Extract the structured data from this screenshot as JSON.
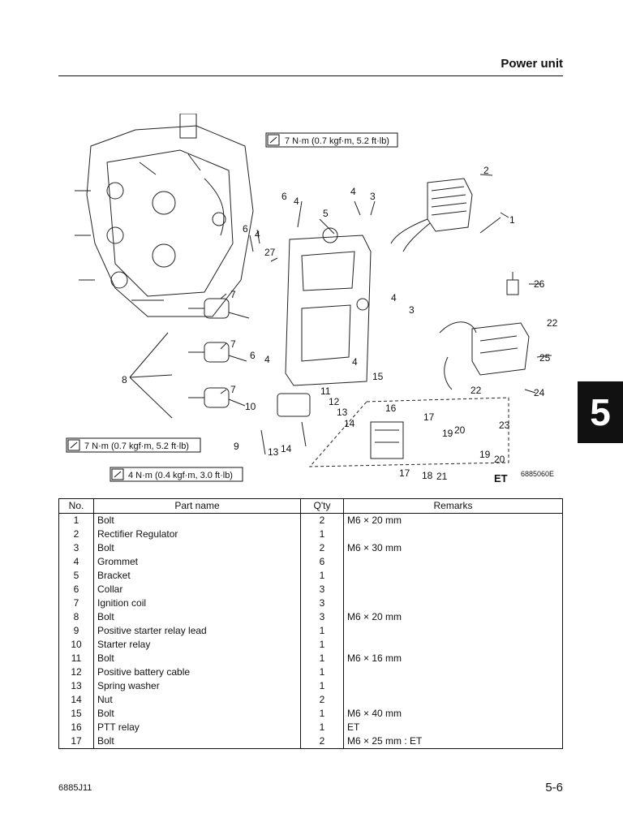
{
  "header": {
    "title": "Power unit"
  },
  "chapter_tab": "5",
  "diagram": {
    "torque_callouts": [
      "7 N·m (0.7 kgf·m, 5.2 ft·lb)",
      "7 N·m (0.7 kgf·m, 5.2 ft·lb)",
      "4 N·m (0.4 kgf·m, 3.0 ft·lb)"
    ],
    "part_numbers": [
      "1",
      "2",
      "3",
      "4",
      "5",
      "6",
      "7",
      "8",
      "9",
      "10",
      "11",
      "12",
      "13",
      "14",
      "15",
      "16",
      "17",
      "18",
      "19",
      "20",
      "21",
      "22",
      "23",
      "24",
      "25",
      "26",
      "27"
    ],
    "et_label": "ET",
    "figure_id": "6885060E"
  },
  "table": {
    "headers": {
      "no": "No.",
      "name": "Part name",
      "qty": "Q'ty",
      "remarks": "Remarks"
    },
    "rows": [
      {
        "no": "1",
        "name": "Bolt",
        "qty": "2",
        "remarks": "M6 × 20 mm"
      },
      {
        "no": "2",
        "name": "Rectifier Regulator",
        "qty": "1",
        "remarks": ""
      },
      {
        "no": "3",
        "name": "Bolt",
        "qty": "2",
        "remarks": "M6 × 30 mm"
      },
      {
        "no": "4",
        "name": "Grommet",
        "qty": "6",
        "remarks": ""
      },
      {
        "no": "5",
        "name": "Bracket",
        "qty": "1",
        "remarks": ""
      },
      {
        "no": "6",
        "name": "Collar",
        "qty": "3",
        "remarks": ""
      },
      {
        "no": "7",
        "name": "Ignition coil",
        "qty": "3",
        "remarks": ""
      },
      {
        "no": "8",
        "name": "Bolt",
        "qty": "3",
        "remarks": "M6 × 20 mm"
      },
      {
        "no": "9",
        "name": "Positive starter relay lead",
        "qty": "1",
        "remarks": ""
      },
      {
        "no": "10",
        "name": "Starter relay",
        "qty": "1",
        "remarks": ""
      },
      {
        "no": "11",
        "name": "Bolt",
        "qty": "1",
        "remarks": "M6 × 16 mm"
      },
      {
        "no": "12",
        "name": "Positive battery cable",
        "qty": "1",
        "remarks": ""
      },
      {
        "no": "13",
        "name": "Spring washer",
        "qty": "1",
        "remarks": ""
      },
      {
        "no": "14",
        "name": "Nut",
        "qty": "2",
        "remarks": ""
      },
      {
        "no": "15",
        "name": "Bolt",
        "qty": "1",
        "remarks": "M6 × 40 mm"
      },
      {
        "no": "16",
        "name": "PTT relay",
        "qty": "1",
        "remarks": "ET"
      },
      {
        "no": "17",
        "name": "Bolt",
        "qty": "2",
        "remarks": "M6 × 25 mm : ET"
      }
    ]
  },
  "footer": {
    "code": "6885J11",
    "page": "5-6"
  }
}
